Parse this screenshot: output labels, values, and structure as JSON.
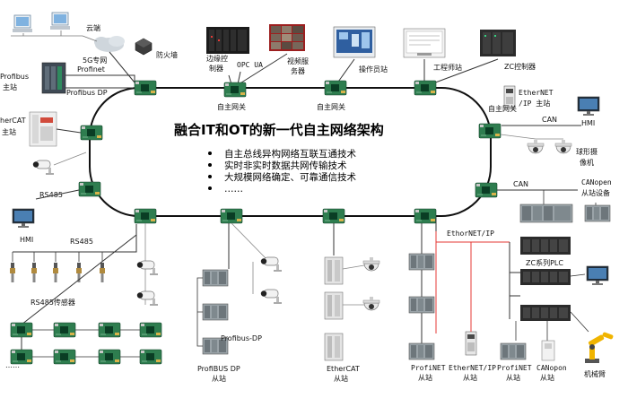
{
  "title": "融合IT和OT的新一代自主网络架构",
  "bullets": [
    "自主总线异构网络互联互通技术",
    "实时非实时数据共网传输技术",
    "大规模网络确定、可靠通信技术",
    "……"
  ],
  "labels": {
    "cloud": "云端",
    "net5g": "5G专网",
    "firewall": "防火墙",
    "edge_ctrl_1": "边缘控",
    "edge_ctrl_2": "制器",
    "opcua": "OPC UA",
    "video_1": "视频服",
    "video_2": "务器",
    "operator": "操作员站",
    "engineer": "工程师站",
    "zc_ctrl": "ZC控制器",
    "profibus_master_1": "Profibus",
    "profibus_master_2": "主站",
    "profinet": "Profinet",
    "profibus_dp": "Profibus DP",
    "gw1": "自主网关",
    "gw2": "自主网关",
    "gw3": "自主网关",
    "ethernetip_master_1": "EtherNET",
    "ethernetip_master_2": "/IP 主站",
    "can1": "CAN",
    "hmi1": "HMI",
    "ethercat_master_1": "herCAT",
    "ethercat_master_2": "主站",
    "dome_cam_1": "球形摄",
    "dome_cam_2": "像机",
    "rs485_a": "RS485",
    "can2": "CAN",
    "canopen_slave_1": "CANopen",
    "canopen_slave_2": "从站设备",
    "hmi2": "HMI",
    "rs485_b": "RS485",
    "rs485_sensor": "RS485传感器",
    "ethornet_ip": "EthorNET/IP",
    "zc_plc": "ZC系列PLC",
    "profibus_dp2": "Profibus-DP",
    "profibus_slave_1": "ProfiBUS DP",
    "profibus_slave_2": "从站",
    "ethercat_slave_1": "EtherCAT",
    "ethercat_slave_2": "从站",
    "profinet_slave_a_1": "ProfiNET",
    "profinet_slave_a_2": "从站",
    "ethernetip_slave_1": "EtherNET/IP",
    "ethernetip_slave_2": "从站",
    "profinet_slave_b_1": "ProfiNET",
    "profinet_slave_b_2": "从站",
    "canopen_slave_b_1": "CANopon",
    "canopen_slave_b_2": "从站",
    "robot_arm": "机械臂",
    "ellipsis": "……"
  },
  "colors": {
    "ring": "#111111",
    "module_board": "#2e7d4f",
    "module_chip": "#0a3d24",
    "ethernet_red": "#e53935",
    "link_gray": "#888888",
    "plc_dark": "#2b2b2b",
    "plc_gray": "#9aa3a8",
    "sensor": "#b08a3e"
  }
}
